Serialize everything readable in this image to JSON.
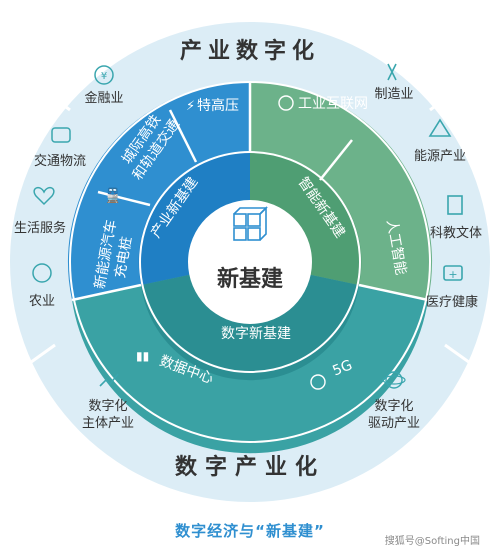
{
  "outer_top_title": "产业数字化",
  "outer_bottom_title": "数字产业化",
  "center_label": "新基建",
  "rings": {
    "blue_ring_label": "产业新基建",
    "green_ring_label": "智能新基建",
    "teal_ring_label": "数字新基建"
  },
  "sectors": {
    "intercity_rail": "城际高铁和轨道交通",
    "uhv": "特高压",
    "ev_charging": "新能源汽车充电桩",
    "industrial_internet": "工业互联网",
    "ai": "人工智能",
    "data_center": "数据中心",
    "five_g": "5G"
  },
  "industries_left": [
    "金融业",
    "交通物流",
    "生活服务",
    "农业"
  ],
  "industries_right": [
    "制造业",
    "能源产业",
    "科教文体",
    "医疗健康"
  ],
  "bottom_left_industry": "数字化主体产业",
  "bottom_right_industry": "数字化驱动产业",
  "caption": "数字经济与“新基建”",
  "watermark": "搜狐号@Softing中国",
  "colors": {
    "outer_ring": "#dcedf6",
    "blue": "#2f8fd0",
    "blue_dark": "#1f7fc4",
    "green": "#6cb28a",
    "green_dark": "#4f9e73",
    "teal": "#3aa2a4",
    "teal_dark": "#2b8e92",
    "icon_teal": "#3aa6ae"
  },
  "icons": [
    "yen-icon",
    "bus-icon",
    "heart-hand-icon",
    "leaf-icon",
    "tools-icon",
    "recycle-icon",
    "document-icon",
    "first-aid-icon",
    "chart-up-icon",
    "atom-icon",
    "train-icon",
    "lightning-icon",
    "plug-icon",
    "globe-icon",
    "brain-icon",
    "bar-chart-icon",
    "signal-icon",
    "cube-icon"
  ]
}
